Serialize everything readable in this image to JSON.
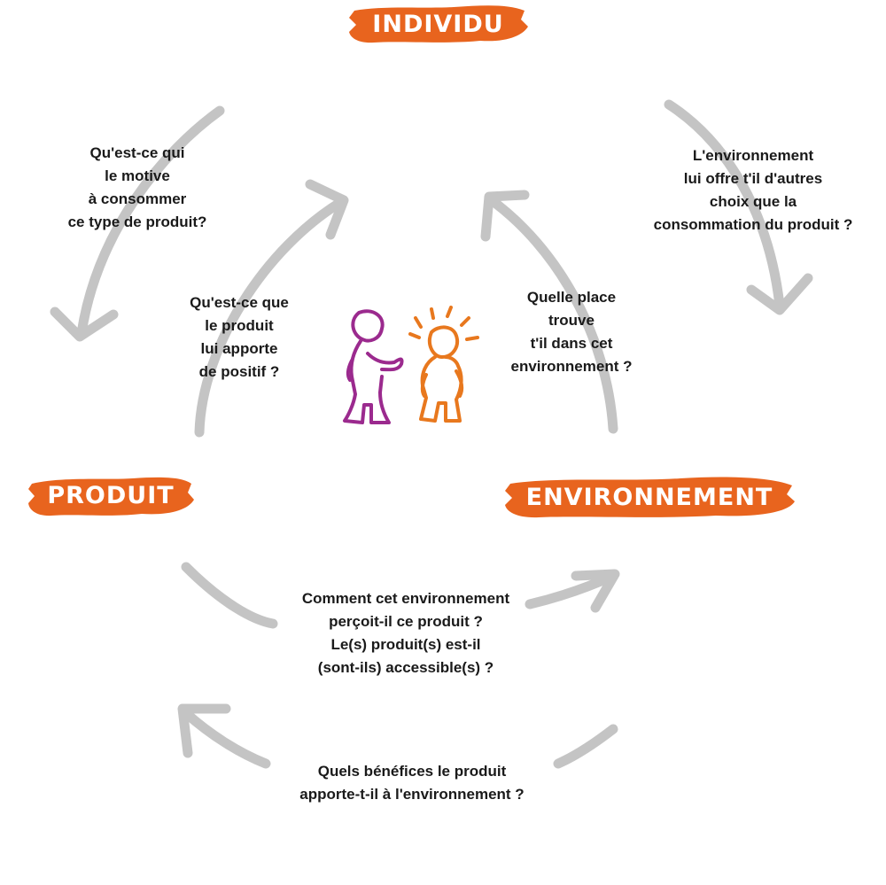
{
  "colors": {
    "accent": "#e8641e",
    "arrow": "#c4c4c4",
    "person_left": "#9b2a8e",
    "person_right": "#e8781e"
  },
  "nodes": {
    "individu": "INDIVIDU",
    "produit": "PRODUIT",
    "environnement": "ENVIRONNEMENT"
  },
  "questions": {
    "individu_to_produit": "Qu'est-ce qui\nle motive\nà consommer\nce type de produit?",
    "produit_to_individu": "Qu'est-ce que\nle produit\nlui apporte\nde positif ?",
    "individu_to_environnement": "L'environnement\nlui offre t'il d'autres\nchoix que la\nconsommation du produit ?",
    "environnement_to_individu": "Quelle place\ntrouve\nt'il dans cet\nenvironnement ?",
    "produit_to_environnement": "Comment cet environnement\nperçoit-il ce produit ?\nLe(s) produit(s) est-il\n(sont-ils) accessible(s) ?",
    "environnement_to_produit": "Quels bénéfices le produit\napporte-t-il à l'environnement ?"
  },
  "figures": {
    "left": "person-purple",
    "right": "person-orange-radiant"
  }
}
